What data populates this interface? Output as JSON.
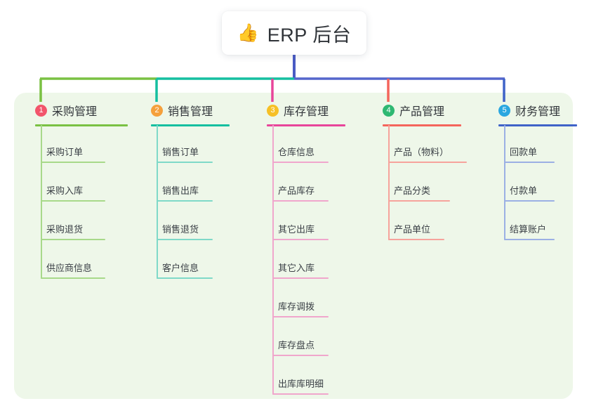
{
  "root": {
    "icon": "thumbs-up-emoji",
    "emoji": "👍",
    "title": "ERP 后台"
  },
  "palette": {
    "panel_bg": "#eef7e9",
    "page_bg": "#ffffff",
    "root_stem": "#4a5bc4",
    "bus_left": "#7ac143",
    "bus_mid": "#15bfa0",
    "bus_right": "#5566cc",
    "text": "#32363b",
    "leaf_text": "#3b4046"
  },
  "columns": [
    {
      "number": "1",
      "label": "采购管理",
      "badge_color": "#f2556b",
      "line_color": "#7ac143",
      "leaf_line_color": "#a8d98a",
      "items": [
        {
          "label": "采购订单"
        },
        {
          "label": "采购入库"
        },
        {
          "label": "采购退货"
        },
        {
          "label": "供应商信息"
        }
      ]
    },
    {
      "number": "2",
      "label": "销售管理",
      "badge_color": "#f5a03c",
      "line_color": "#15bfa0",
      "leaf_line_color": "#7fd9c8",
      "items": [
        {
          "label": "销售订单"
        },
        {
          "label": "销售出库"
        },
        {
          "label": "销售退货"
        },
        {
          "label": "客户信息"
        }
      ]
    },
    {
      "number": "3",
      "label": "库存管理",
      "badge_color": "#f6c026",
      "line_color": "#e8459a",
      "leaf_line_color": "#f0a6cc",
      "items": [
        {
          "label": "仓库信息"
        },
        {
          "label": "产品库存"
        },
        {
          "label": "其它出库"
        },
        {
          "label": "其它入库"
        },
        {
          "label": "库存调拨"
        },
        {
          "label": "库存盘点"
        },
        {
          "label": "出库库明细"
        }
      ]
    },
    {
      "number": "4",
      "label": "产品管理",
      "badge_color": "#2eb872",
      "line_color": "#f4655c",
      "leaf_line_color": "#f6a39c",
      "items": [
        {
          "label": "产品（物料）"
        },
        {
          "label": "产品分类"
        },
        {
          "label": "产品单位"
        }
      ]
    },
    {
      "number": "5",
      "label": "财务管理",
      "badge_color": "#2aa7e0",
      "line_color": "#3f63c8",
      "leaf_line_color": "#9bb0e4",
      "items": [
        {
          "label": "回款单"
        },
        {
          "label": "付款单"
        },
        {
          "label": "结算账户"
        }
      ]
    }
  ]
}
